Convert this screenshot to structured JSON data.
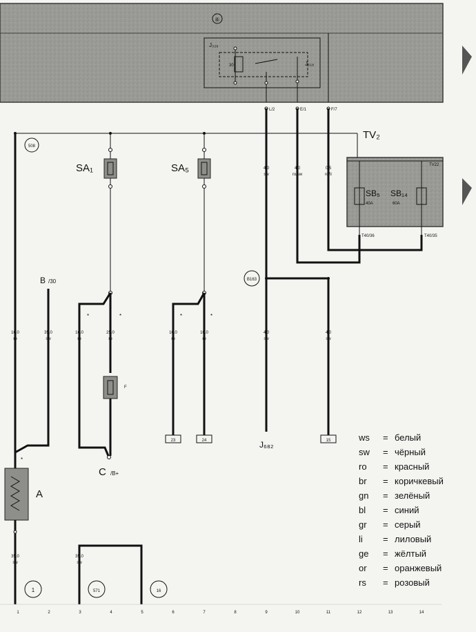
{
  "top_panel": {
    "badge": "⑥",
    "relay_j": "J₃₂₉",
    "relay_jb": "J₅₁₈",
    "relay_coil": "30",
    "outputs": [
      "L/2",
      "E/1",
      "F/7"
    ]
  },
  "right_panel": {
    "title": "TV₂",
    "label_top": "TV22",
    "fuse1": "SB₅",
    "fuse2": "SB₁₄",
    "fuse1_sub": "40A",
    "fuse2_sub": "60A",
    "pin1": "T40/36",
    "pin2": "T40/35"
  },
  "components": {
    "node_top": "508",
    "fuse_sa1": "SA₁",
    "fuse_sa5": "SA₅",
    "connector_b": "B",
    "connector_b_sub": "/30",
    "connector_c": "C",
    "connector_c_sub": "/B+",
    "battery": "A",
    "junction": "B163",
    "ground_j": "J₆₈₂",
    "inline_fuse_label": "F",
    "pins": [
      "23",
      "24",
      "15"
    ],
    "stars": [
      "*",
      "*",
      "*",
      "*",
      "*"
    ]
  },
  "wires": [
    {
      "id": "w1",
      "size": "16.0",
      "color": "ro"
    },
    {
      "id": "w2",
      "size": "35.0",
      "color": "sw"
    },
    {
      "id": "w3",
      "size": "16.0",
      "color": "ro"
    },
    {
      "id": "w4",
      "size": "25.0",
      "color": "ro"
    },
    {
      "id": "w5",
      "size": "10.0",
      "color": "ro"
    },
    {
      "id": "w6",
      "size": "10.0",
      "color": "ro"
    },
    {
      "id": "w7",
      "size": "4.0",
      "color": "sw"
    },
    {
      "id": "w8",
      "size": "4.0",
      "color": "sw"
    },
    {
      "id": "w9",
      "size": "4.0",
      "color": "ro/sw"
    },
    {
      "id": "w10",
      "size": "0.5",
      "color": "ro/li"
    },
    {
      "id": "w11",
      "size": "4.0",
      "color": "sw"
    },
    {
      "id": "w12",
      "size": "35.0",
      "color": "sw"
    },
    {
      "id": "w13",
      "size": "35.0",
      "color": "sw"
    }
  ],
  "bottom_refs": [
    "1",
    "571",
    "16"
  ],
  "columns": [
    "1",
    "2",
    "3",
    "4",
    "5",
    "6",
    "7",
    "8",
    "9",
    "10",
    "11",
    "12",
    "13",
    "14"
  ],
  "legend": [
    {
      "code": "ws",
      "eq": "=",
      "name": "белый"
    },
    {
      "code": "sw",
      "eq": "=",
      "name": "чёрный"
    },
    {
      "code": "ro",
      "eq": "=",
      "name": "красный"
    },
    {
      "code": "br",
      "eq": "=",
      "name": "коричкевый"
    },
    {
      "code": "gn",
      "eq": "=",
      "name": "зелёный"
    },
    {
      "code": "bl",
      "eq": "=",
      "name": "синий"
    },
    {
      "code": "gr",
      "eq": "=",
      "name": "серый"
    },
    {
      "code": "li",
      "eq": "=",
      "name": "лиловый"
    },
    {
      "code": "ge",
      "eq": "=",
      "name": "жёлтый"
    },
    {
      "code": "or",
      "eq": "=",
      "name": "оранжевый"
    },
    {
      "code": "rs",
      "eq": "=",
      "name": "розовый"
    }
  ]
}
